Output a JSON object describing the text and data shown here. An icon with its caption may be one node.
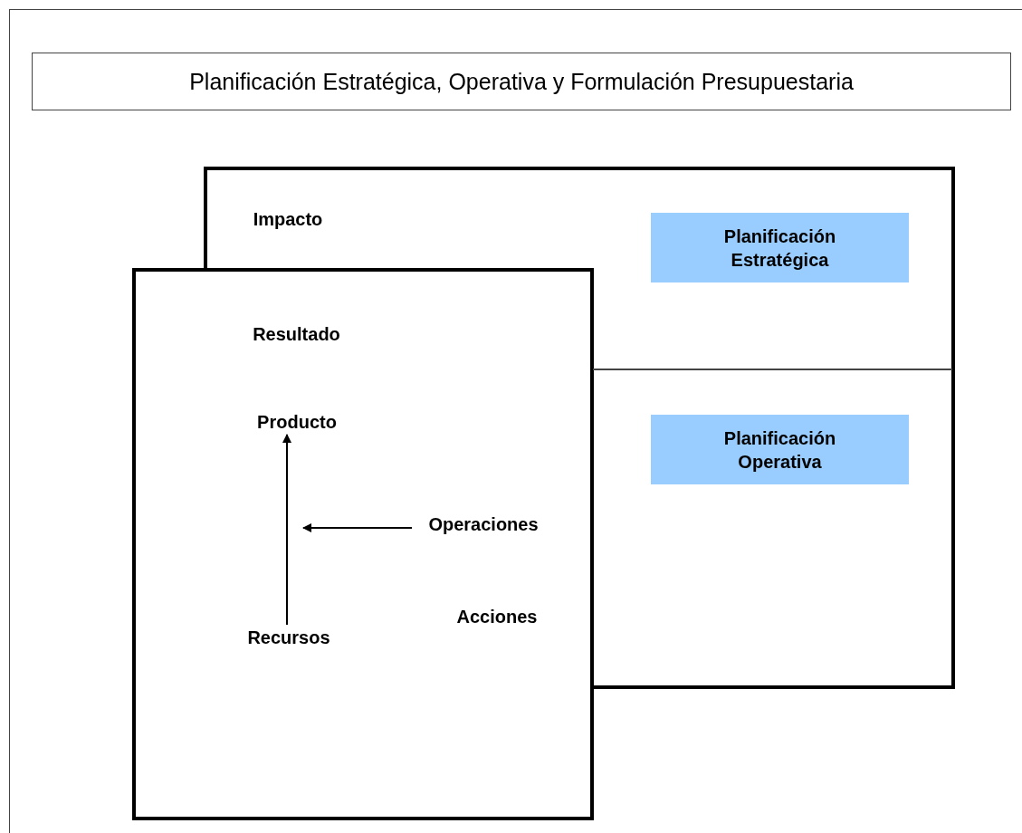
{
  "diagram": {
    "title": "Planificación Estratégica, Operativa y Formulación Presupuestaria",
    "nodes": [
      {
        "text": [
          "Planificación Estratégica"
        ]
      },
      {
        "text": [
          "Planificación Operativa"
        ]
      },
      {
        "text": [
          "Producto"
        ]
      },
      {
        "text": [
          "Operaciones"
        ]
      },
      {
        "text": [
          "Recursos"
        ]
      }
    ],
    "edges": [
      {
        "from": 4,
        "to": 2,
        "arrow": "to"
      },
      {
        "from": 3,
        "to": null,
        "arrow": "to"
      }
    ],
    "labels": [
      "Impacto",
      "Resultado",
      "Acciones"
    ]
  }
}
